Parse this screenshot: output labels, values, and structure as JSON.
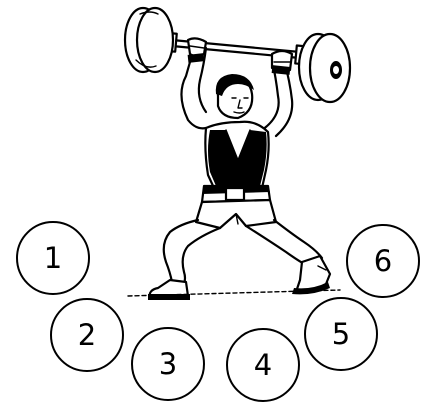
{
  "figure": {
    "subject_icon": "weightlifter-overhead-barbell-illustration"
  },
  "options": [
    {
      "label": "1"
    },
    {
      "label": "2"
    },
    {
      "label": "3"
    },
    {
      "label": "4"
    },
    {
      "label": "5"
    },
    {
      "label": "6"
    }
  ],
  "colors": {
    "ink": "#000000",
    "background": "#ffffff"
  }
}
